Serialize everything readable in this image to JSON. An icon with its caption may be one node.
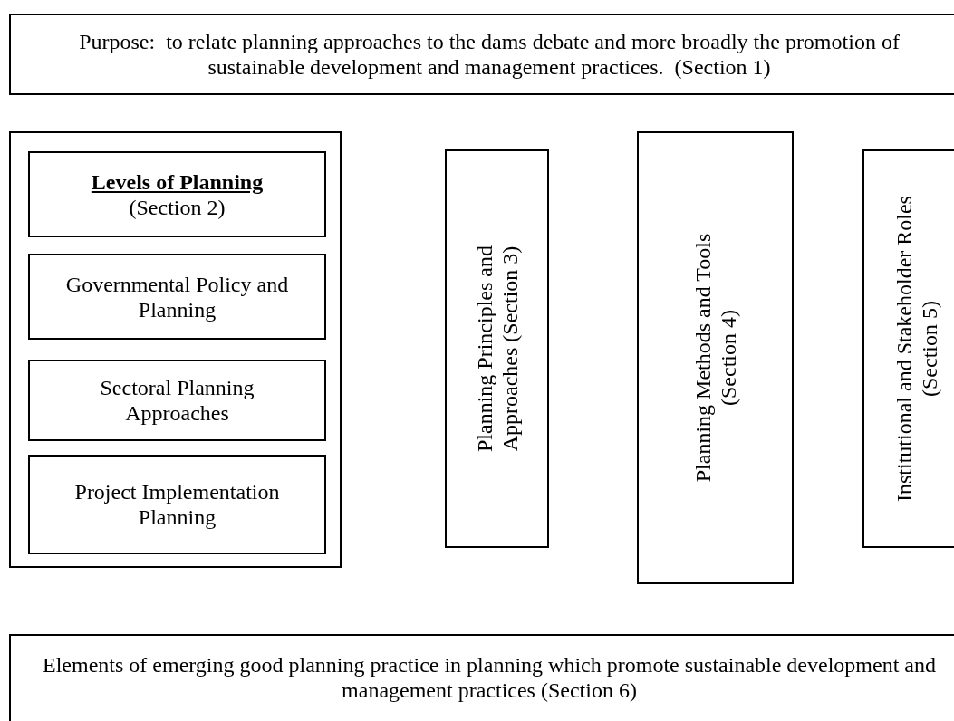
{
  "diagram": {
    "nodes": [
      {
        "text": [
          "Purpose:  to relate planning approaches to the dams debate and more broadly the promotion of sustainable development and management practices.  (Section 1)"
        ]
      },
      {
        "text": [],
        "shape": "box"
      },
      {
        "text": [
          "Levels of Planning",
          "(Section 2)"
        ],
        "in": 1
      },
      {
        "text": [
          "Governmental Policy and Planning"
        ],
        "in": 1
      },
      {
        "text": [
          "Sectoral Planning Approaches"
        ],
        "in": 1
      },
      {
        "text": [
          "Project Implementation Planning"
        ],
        "in": 1
      },
      {
        "text": [
          "Planning Principles and Approaches (Section 3)"
        ]
      },
      {
        "text": [
          "Planning Methods and Tools (Section 4)"
        ]
      },
      {
        "text": [
          "Institutional and Stakeholder Roles (Section 5)"
        ]
      },
      {
        "text": [
          "Elements of emerging good planning practice in planning which promote sustainable development and management practices (Section 6)"
        ]
      }
    ]
  }
}
